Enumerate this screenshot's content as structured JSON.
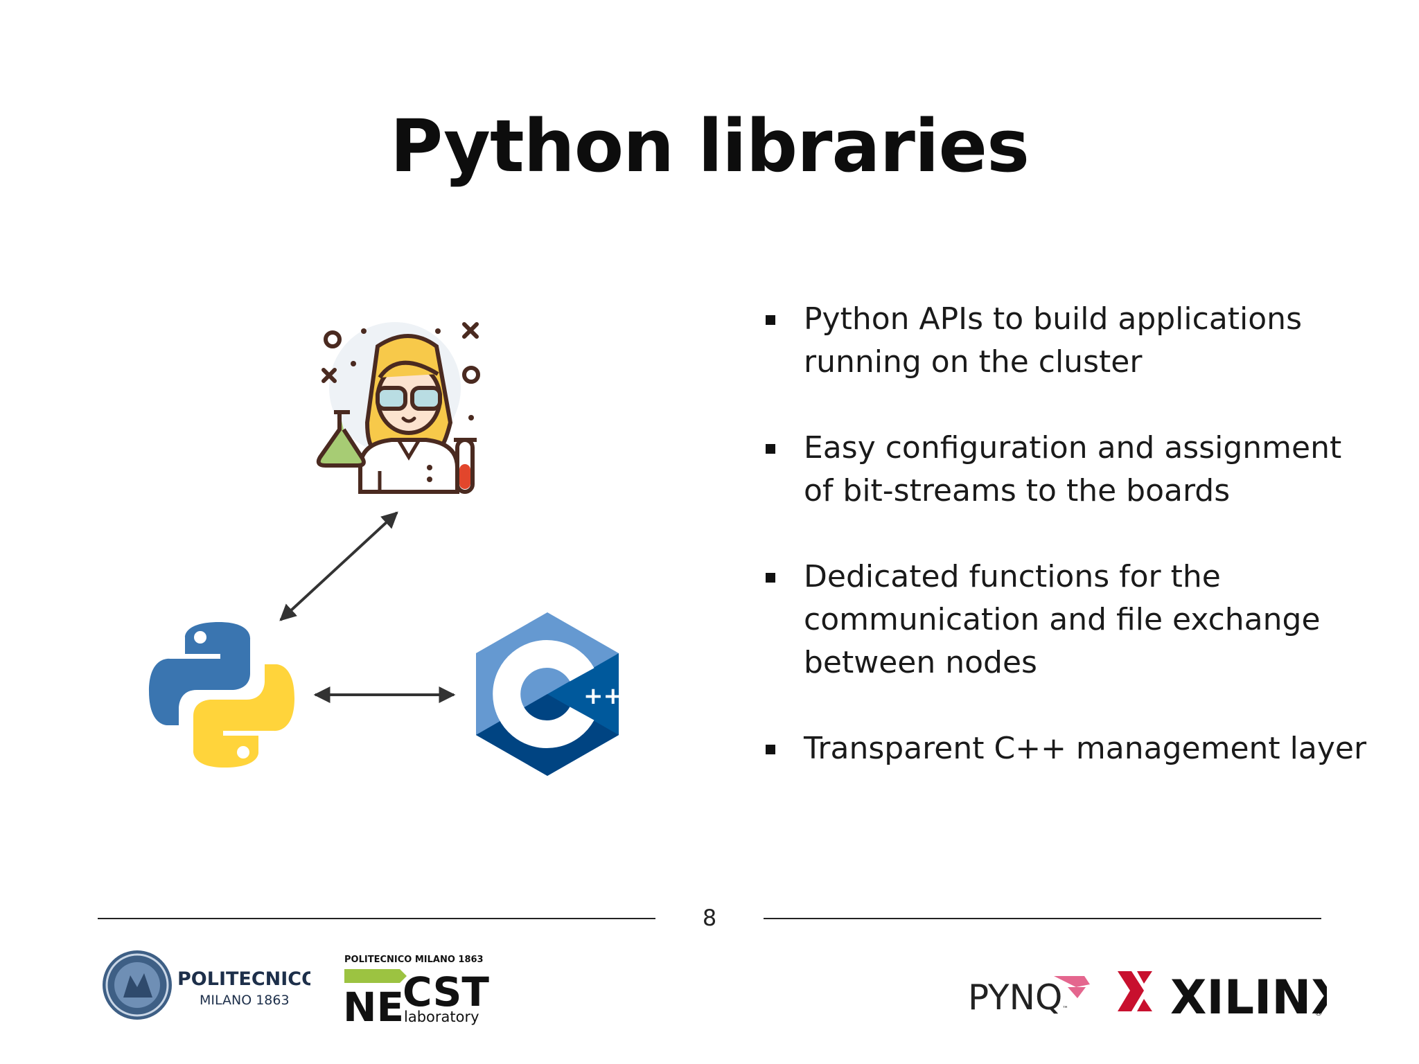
{
  "slide": {
    "title": "Python libraries",
    "page_number": "8"
  },
  "bullets": [
    {
      "line1": "Python APIs to build applications",
      "line2": "running on the cluster"
    },
    {
      "line1": "Easy configuration and assignment",
      "line2": "of bit-streams to the boards"
    },
    {
      "line1": "Dedicated functions for the",
      "line2": "communication and file exchange",
      "line3": "between nodes"
    },
    {
      "line1": "Transparent C++ management layer"
    }
  ],
  "logos": {
    "polimi_name": "POLITECNICO",
    "polimi_sub": "MILANO 1863",
    "necst_top": "POLITECNICO MILANO 1863",
    "necst_ne": "NE",
    "necst_cst": "CST",
    "necst_lab": "laboratory",
    "pynq": "PYNQ",
    "pynq_tm": "™",
    "xilinx": "XILINX",
    "xilinx_reg": "®"
  },
  "icons": {
    "scientist": "scientist-icon",
    "python": "python-logo-icon",
    "cpp": "cpp-logo-icon"
  }
}
